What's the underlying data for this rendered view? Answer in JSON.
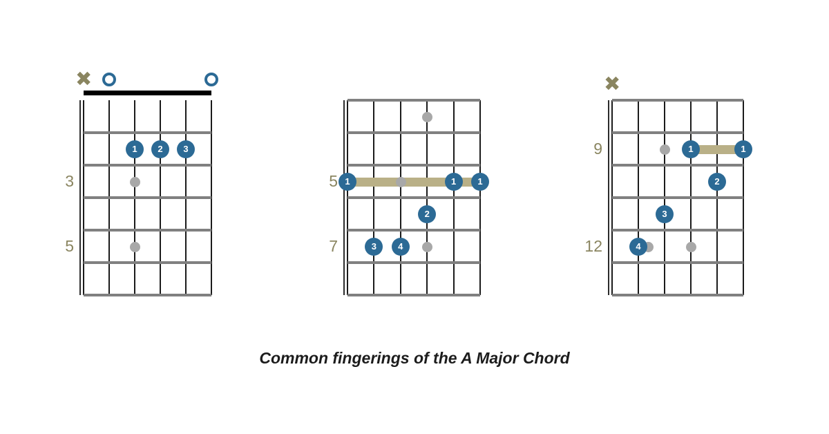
{
  "caption": "Common fingerings of the A Major Chord",
  "colors": {
    "finger_dot": "#2c6a95",
    "muted_dot": "#a8a8a8",
    "barre": "#b9b087",
    "label": "#8a8560",
    "fret": "#808080",
    "string": "#1a1a1a",
    "nut": "#000000",
    "background": "#ffffff"
  },
  "diagrams": [
    {
      "name": "open-position-a-major",
      "has_nut": true,
      "strings": 6,
      "frets": 6,
      "top_symbols": [
        {
          "string": 6,
          "symbol": "x",
          "icon": "mute-x-icon"
        },
        {
          "string": 5,
          "symbol": "o",
          "icon": "open-circle-icon"
        },
        {
          "string": 1,
          "symbol": "o",
          "icon": "open-circle-icon"
        }
      ],
      "fret_labels": [
        {
          "fret_index": 3,
          "label": "3"
        },
        {
          "fret_index": 5,
          "label": "5"
        }
      ],
      "finger_dots": [
        {
          "string": 4,
          "fret": 2,
          "finger": "1"
        },
        {
          "string": 3,
          "fret": 2,
          "finger": "2"
        },
        {
          "string": 2,
          "fret": 2,
          "finger": "3"
        }
      ],
      "muted_dots": [
        {
          "string": 4,
          "fret": 3
        },
        {
          "string": 4,
          "fret": 5
        }
      ],
      "barres": []
    },
    {
      "name": "barre-position-fret-5-a-major",
      "has_nut": false,
      "strings": 6,
      "frets": 6,
      "top_symbols": [],
      "fret_labels": [
        {
          "fret_index": 3,
          "label": "5"
        },
        {
          "fret_index": 5,
          "label": "7"
        }
      ],
      "finger_dots": [
        {
          "string": 6,
          "fret": 3,
          "finger": "1"
        },
        {
          "string": 2,
          "fret": 3,
          "finger": "1"
        },
        {
          "string": 1,
          "fret": 3,
          "finger": "1"
        },
        {
          "string": 3,
          "fret": 4,
          "finger": "2"
        },
        {
          "string": 5,
          "fret": 5,
          "finger": "3"
        },
        {
          "string": 4,
          "fret": 5,
          "finger": "4"
        }
      ],
      "muted_dots": [
        {
          "string": 3,
          "fret": 1
        },
        {
          "string": 4,
          "fret": 3
        },
        {
          "string": 3,
          "fret": 5
        }
      ],
      "barres": [
        {
          "fret": 3,
          "from_string": 6,
          "to_string": 1
        }
      ]
    },
    {
      "name": "barre-position-fret-9-a-major",
      "has_nut": false,
      "strings": 6,
      "frets": 6,
      "top_symbols": [
        {
          "string": 6,
          "symbol": "x",
          "icon": "mute-x-icon"
        }
      ],
      "fret_labels": [
        {
          "fret_index": 2,
          "label": "9"
        },
        {
          "fret_index": 5,
          "label": "12"
        }
      ],
      "finger_dots": [
        {
          "string": 3,
          "fret": 2,
          "finger": "1"
        },
        {
          "string": 1,
          "fret": 2,
          "finger": "1"
        },
        {
          "string": 2,
          "fret": 3,
          "finger": "2"
        },
        {
          "string": 4,
          "fret": 4,
          "finger": "3"
        },
        {
          "string": 5,
          "fret": 5,
          "finger": "4"
        }
      ],
      "muted_dots": [
        {
          "string": 4,
          "fret": 2
        },
        {
          "string": 5,
          "fret": 5,
          "offset": true
        },
        {
          "string": 3,
          "fret": 5
        }
      ],
      "barres": [
        {
          "fret": 2,
          "from_string": 3,
          "to_string": 1
        }
      ]
    }
  ]
}
